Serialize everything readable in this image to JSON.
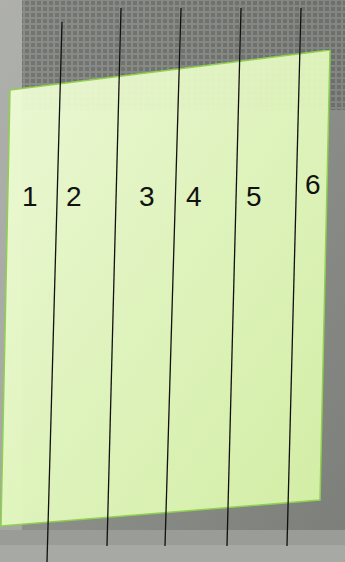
{
  "diagram": {
    "nodes": [
      {
        "text": [
          "1",
          "2",
          "3",
          "4",
          "5",
          "6"
        ]
      }
    ]
  }
}
